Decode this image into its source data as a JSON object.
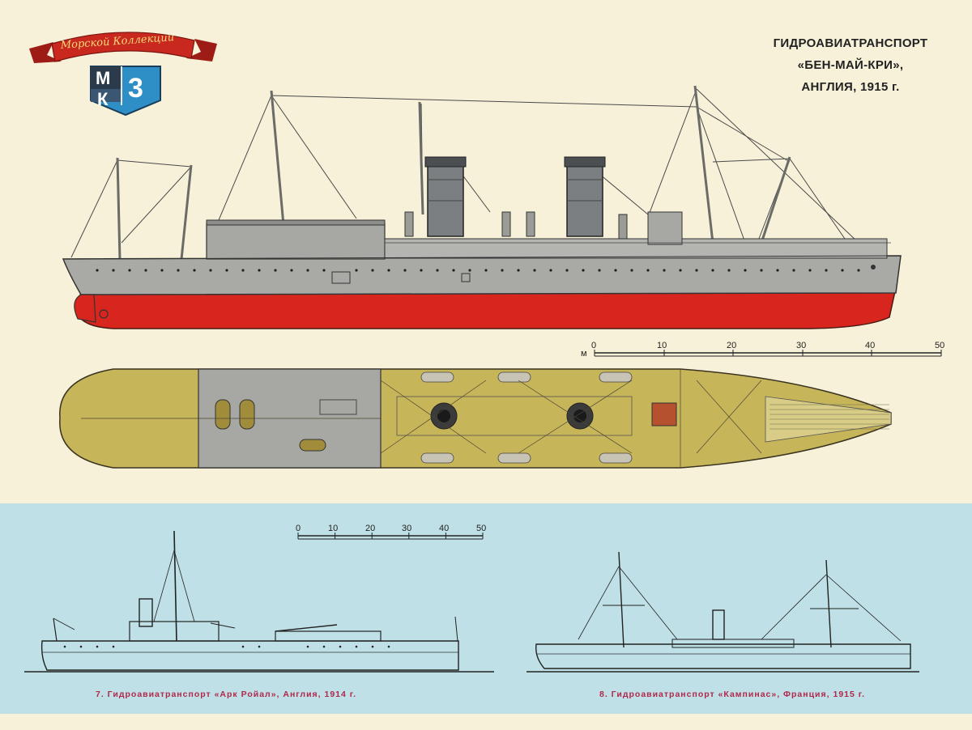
{
  "header": {
    "series_ribbon": "Морской Коллекции",
    "emblem": {
      "letter_top": "М",
      "letter_bottom": "К",
      "number": "3"
    },
    "title": {
      "line1": "ГИДРОАВИАТРАНСПОРТ",
      "line2": "«БЕН-МАЙ-КРИ»,",
      "line3": "АНГЛИЯ, 1915 г."
    }
  },
  "scale_top": {
    "unit": "м",
    "ticks": [
      "0",
      "10",
      "20",
      "30",
      "40",
      "50"
    ]
  },
  "scale_bottom": {
    "ticks": [
      "0",
      "10",
      "20",
      "30",
      "40",
      "50"
    ]
  },
  "captions": {
    "ship7": "7. Гидроавиатранспорт «Арк Ройал», Англия, 1914 г.",
    "ship8": "8. Гидроавиатранспорт «Кампинас», Франция, 1915 г."
  },
  "colors": {
    "paper": "#f7f1d9",
    "lower_band": "#bfe0e6",
    "hull_grey": "#a9aaa6",
    "hull_red": "#d8261e",
    "deck_olive": "#c7b55a",
    "deck_grey": "#a7a8a3",
    "ribbon_red": "#c8281e",
    "emblem_blue": "#2e8fc7",
    "caption": "#b0284b"
  }
}
